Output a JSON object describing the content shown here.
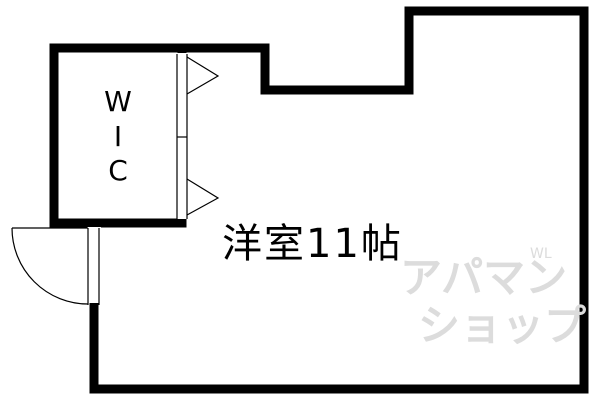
{
  "wic": {
    "line1": "W",
    "line2": "I",
    "line3": "C"
  },
  "room": {
    "name": "洋室11帖"
  },
  "watermark": {
    "line1": "アパマン",
    "line2": "ショップ",
    "corner": "WL"
  },
  "colors": {
    "wall": "#000000",
    "background": "#ffffff",
    "watermark": "#dcdcdc"
  }
}
